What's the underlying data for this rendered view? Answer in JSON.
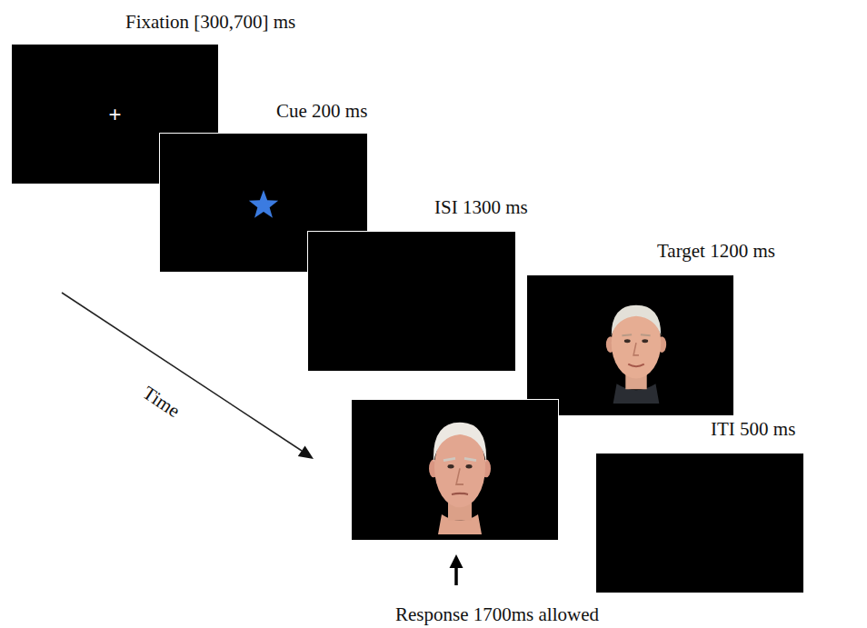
{
  "diagram": {
    "nodes": [
      {
        "text": [
          "Fixation [300,700] ms",
          "+"
        ]
      },
      {
        "text": [
          "Cue 200 ms"
        ]
      },
      {
        "text": [
          "ISI 1300 ms"
        ]
      },
      {
        "text": [
          "Target 1200 ms"
        ]
      },
      {
        "text": [
          "Response 1700ms allowed"
        ]
      },
      {
        "text": [
          "ITI 500 ms"
        ]
      }
    ],
    "labels": [
      "Time"
    ]
  }
}
